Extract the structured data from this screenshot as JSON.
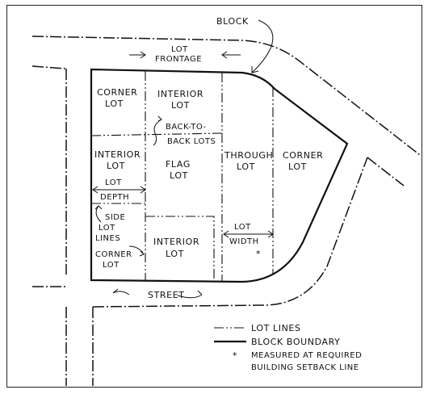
{
  "diagram": {
    "labels": {
      "block": "BLOCK",
      "lot_frontage_1": "LOT",
      "lot_frontage_2": "FRONTAGE",
      "corner_lot_a_1": "CORNER",
      "corner_lot_a_2": "LOT",
      "interior_lot_a_1": "INTERIOR",
      "interior_lot_a_2": "LOT",
      "back_to_back_1": "BACK-TO-",
      "back_to_back_2": "BACK LOTS",
      "interior_lot_b_1": "INTERIOR",
      "interior_lot_b_2": "LOT",
      "flag_lot_1": "FLAG",
      "flag_lot_2": "LOT",
      "through_lot_1": "THROUGH",
      "through_lot_2": "LOT",
      "corner_lot_b_1": "CORNER",
      "corner_lot_b_2": "LOT",
      "lot_depth_1": "LOT",
      "lot_depth_2": "DEPTH",
      "side_lot_lines_1": "SIDE",
      "side_lot_lines_2": "LOT",
      "side_lot_lines_3": "LINES",
      "corner_lot_c_1": "CORNER",
      "corner_lot_c_2": "LOT",
      "interior_lot_c_1": "INTERIOR",
      "interior_lot_c_2": "LOT",
      "lot_width_1": "LOT",
      "lot_width_2": "WIDTH",
      "asterisk": "*",
      "street": "STREET"
    },
    "legend": {
      "lot_lines": "LOT LINES",
      "block_boundary": "BLOCK BOUNDARY",
      "note_symbol": "*",
      "note_line1": "MEASURED AT REQUIRED",
      "note_line2": "BUILDING SETBACK LINE"
    }
  }
}
